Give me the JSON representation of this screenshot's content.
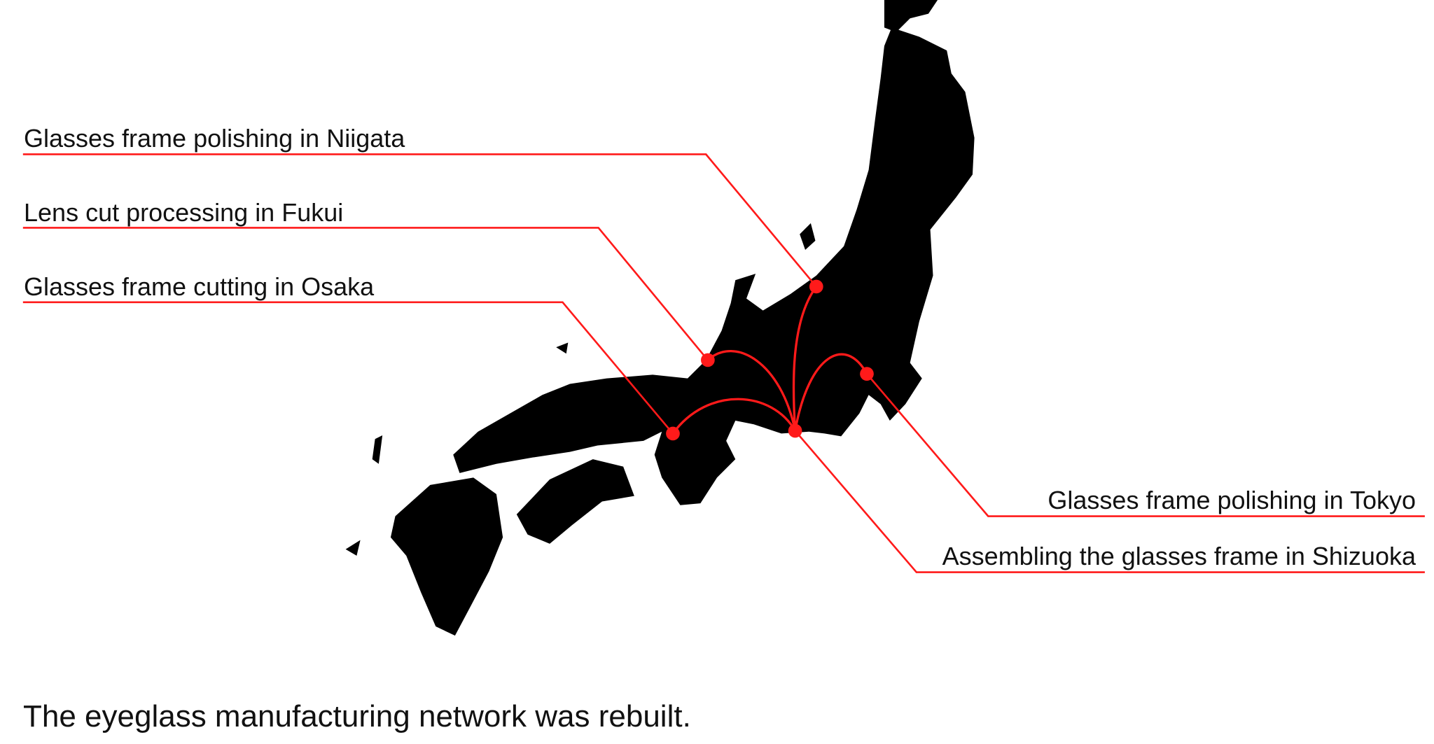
{
  "labels": {
    "niigata": "Glasses frame polishing in Niigata",
    "fukui": "Lens cut processing in Fukui",
    "osaka": "Glasses frame cutting in Osaka",
    "tokyo": "Glasses frame polishing in Tokyo",
    "shizuoka": "Assembling the glasses frame in Shizuoka"
  },
  "caption": "The eyeglass manufacturing network was rebuilt.",
  "colors": {
    "land": "#000000",
    "accent": "#ff1a1a",
    "background": "#ffffff"
  }
}
